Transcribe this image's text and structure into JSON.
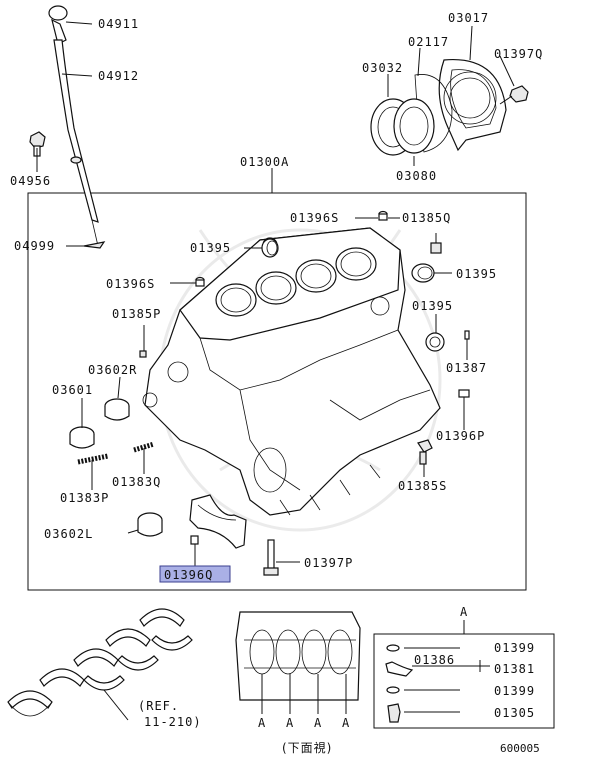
{
  "labels": {
    "p04911": "04911",
    "p04912": "04912",
    "p04956": "04956",
    "p04999": "04999",
    "p03017": "03017",
    "p02117": "02117",
    "p01397Q": "01397Q",
    "p03032": "03032",
    "p03080": "03080",
    "p01300A": "01300A",
    "p01396S_top": "01396S",
    "p01385Q": "01385Q",
    "p01395_left": "01395",
    "p01395_right": "01395",
    "p01396S_left": "01396S",
    "p01385P": "01385P",
    "p01395_mid": "01395",
    "p01387": "01387",
    "p03602R": "03602R",
    "p03601": "03601",
    "p01396P": "01396P",
    "p01383Q": "01383Q",
    "p01385S": "01385S",
    "p01383P": "01383P",
    "p03602L": "03602L",
    "p01397P": "01397P",
    "p01396Q": "01396Q",
    "detail_a": "A",
    "p01399_top": "01399",
    "p01386": "01386",
    "p01381": "01381",
    "p01399_bottom": "01399",
    "p01305": "01305",
    "a1": "A",
    "a2": "A",
    "a3": "A",
    "a4": "A",
    "ref_line1": "(REF.",
    "ref_line2": "11-210)",
    "bottom_view": "(下面視)",
    "figure_number": "600005"
  },
  "highlighted_part": "01396Q",
  "colors": {
    "highlight_fill": "#aab0e6",
    "line": "#111111"
  }
}
